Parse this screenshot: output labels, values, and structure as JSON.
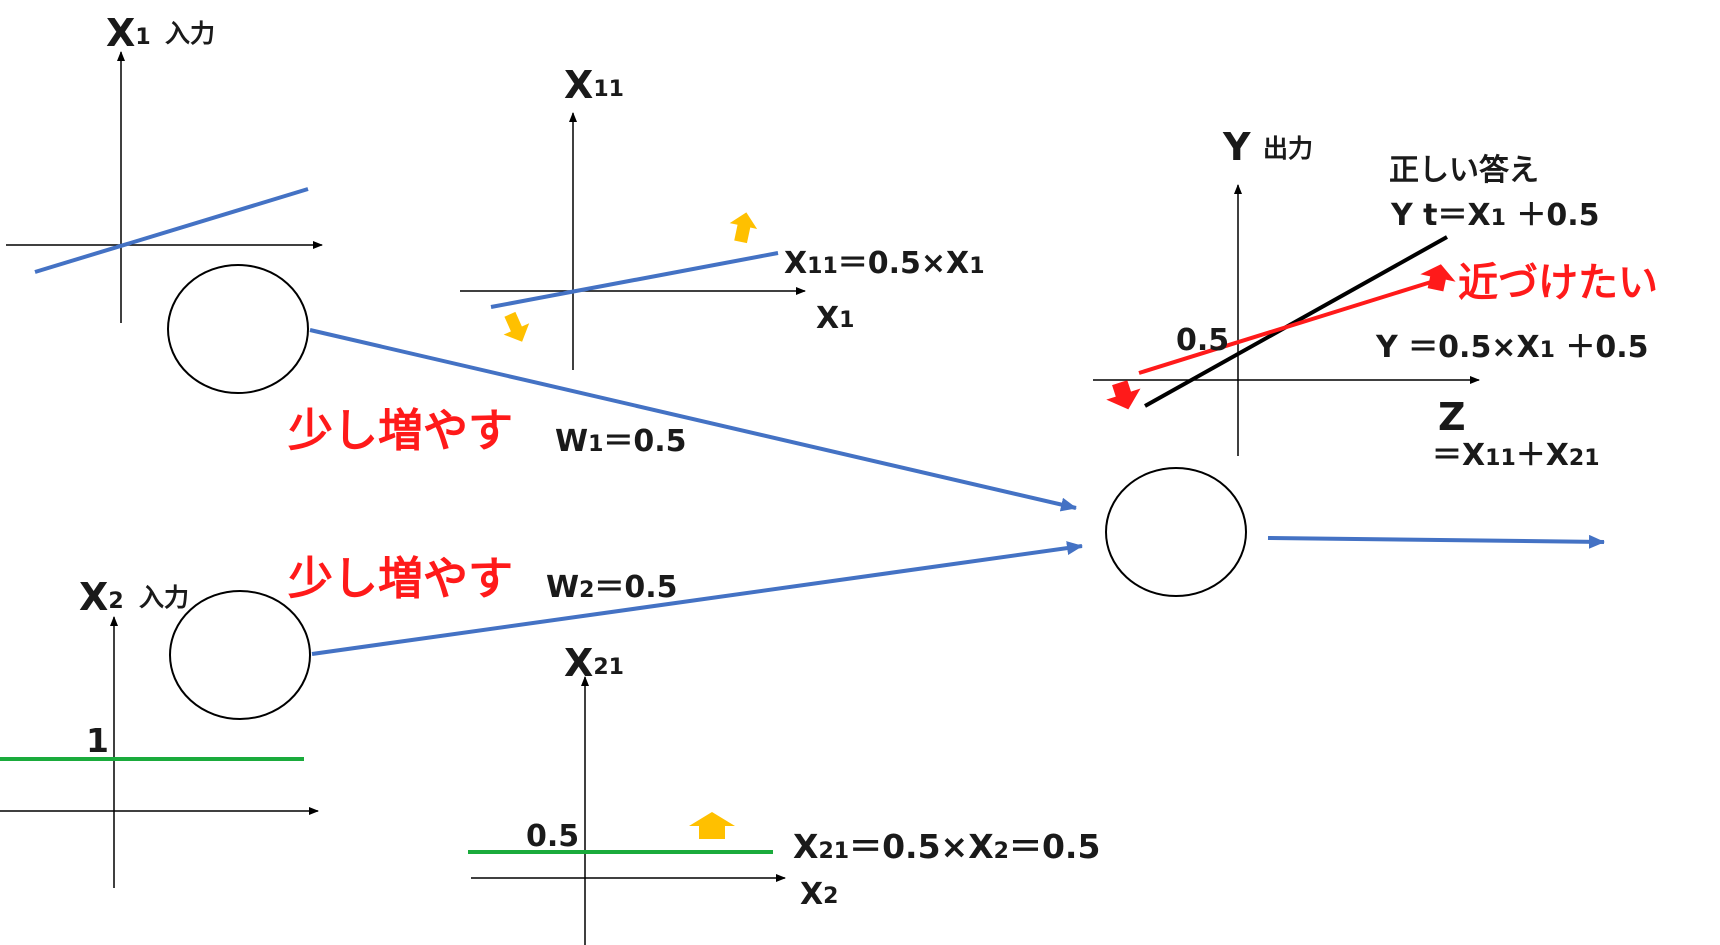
{
  "inputs": {
    "x1": {
      "name": "X",
      "sub": "1",
      "tag": "入力"
    },
    "x2": {
      "name": "X",
      "sub": "2",
      "tag": "入力",
      "tick": "1"
    }
  },
  "hidden": {
    "x11_axis_y": {
      "name": "X",
      "sub": "11"
    },
    "x11_axis_x": {
      "name": "X",
      "sub": "1"
    },
    "x11_eq": {
      "a": "X",
      "a_sub": "11",
      "b": "＝0.5×X",
      "b_sub": "1"
    },
    "x21_axis_y": {
      "name": "X",
      "sub": "21"
    },
    "x21_axis_x": {
      "name": "X",
      "sub": "2"
    },
    "x21_tick": "0.5",
    "x21_eq": {
      "a": "X",
      "a_sub": "21",
      "b": "＝0.5×X",
      "b_sub": "2",
      "c": "＝0.5"
    }
  },
  "weights": {
    "w1": {
      "action": "少し増やす",
      "name": "W",
      "sub": "1",
      "value": "＝0.5"
    },
    "w2": {
      "action": "少し増やす",
      "name": "W",
      "sub": "2",
      "value": "＝0.5"
    }
  },
  "output": {
    "axis_y": {
      "name": "Y",
      "tag": "出力"
    },
    "tick": "0.5",
    "axis_z": "Z",
    "z_def": {
      "a": "＝X",
      "a_sub": "11",
      "b": "＋X",
      "b_sub": "21"
    },
    "correct_title": "正しい答え",
    "correct_eq": {
      "a": "Y t＝X",
      "a_sub": "1",
      "b": " ＋0.5"
    },
    "approach": "近づけたい",
    "current_eq": {
      "a": "Y ＝0.5×X",
      "a_sub": "1",
      "b": " ＋0.5"
    }
  },
  "colors": {
    "blue": "#4472c4",
    "green": "#1aab3c",
    "black": "#000000",
    "red": "#ff1a1a",
    "orange": "#ffc000"
  }
}
